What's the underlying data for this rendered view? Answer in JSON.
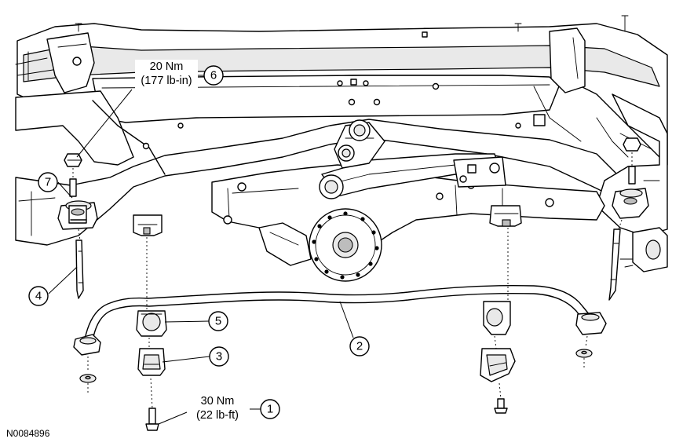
{
  "figure_id": "N0084896",
  "callouts": [
    {
      "number": "1",
      "torque_nm": "30 Nm",
      "torque_imperial": "(22 lb-ft)"
    },
    {
      "number": "2"
    },
    {
      "number": "3"
    },
    {
      "number": "4"
    },
    {
      "number": "5"
    },
    {
      "number": "6",
      "torque_nm": "20 Nm",
      "torque_imperial": "(177 lb-in)"
    },
    {
      "number": "7"
    }
  ]
}
